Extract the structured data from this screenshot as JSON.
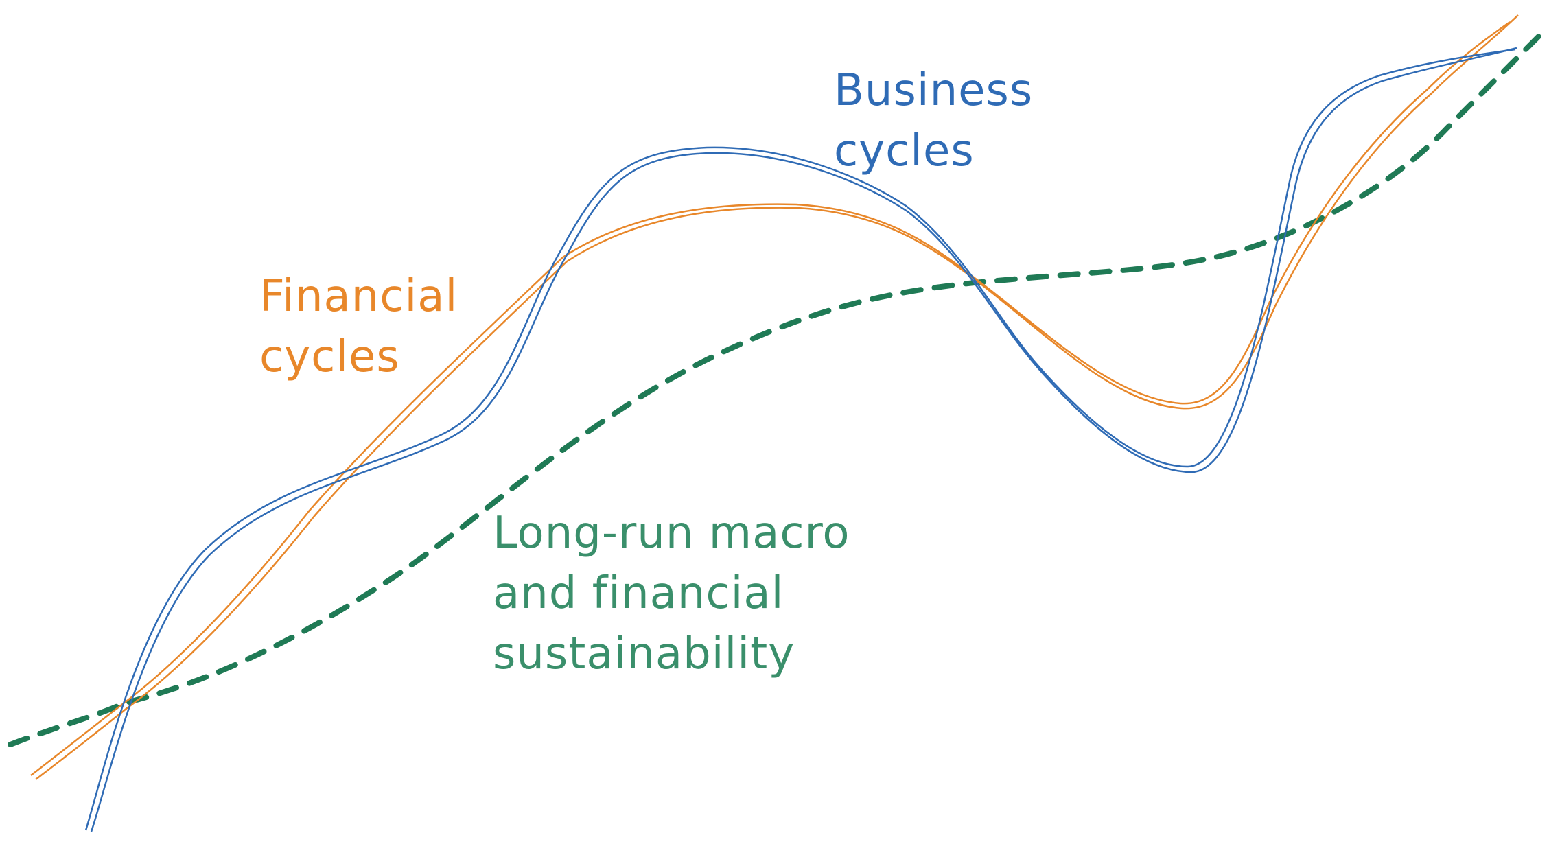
{
  "colors": {
    "business": "#2f6bb5",
    "financial": "#e8872a",
    "longrun": "#1f7a55",
    "longrun_text": "#3a8f6b",
    "background": "#ffffff"
  },
  "labels": {
    "business": {
      "line1": "Business",
      "line2": "cycles"
    },
    "financial": {
      "line1": "Financial",
      "line2": "cycles"
    },
    "longrun": {
      "line1": "Long-run macro",
      "line2": "and financial",
      "line3": "sustainability"
    }
  }
}
